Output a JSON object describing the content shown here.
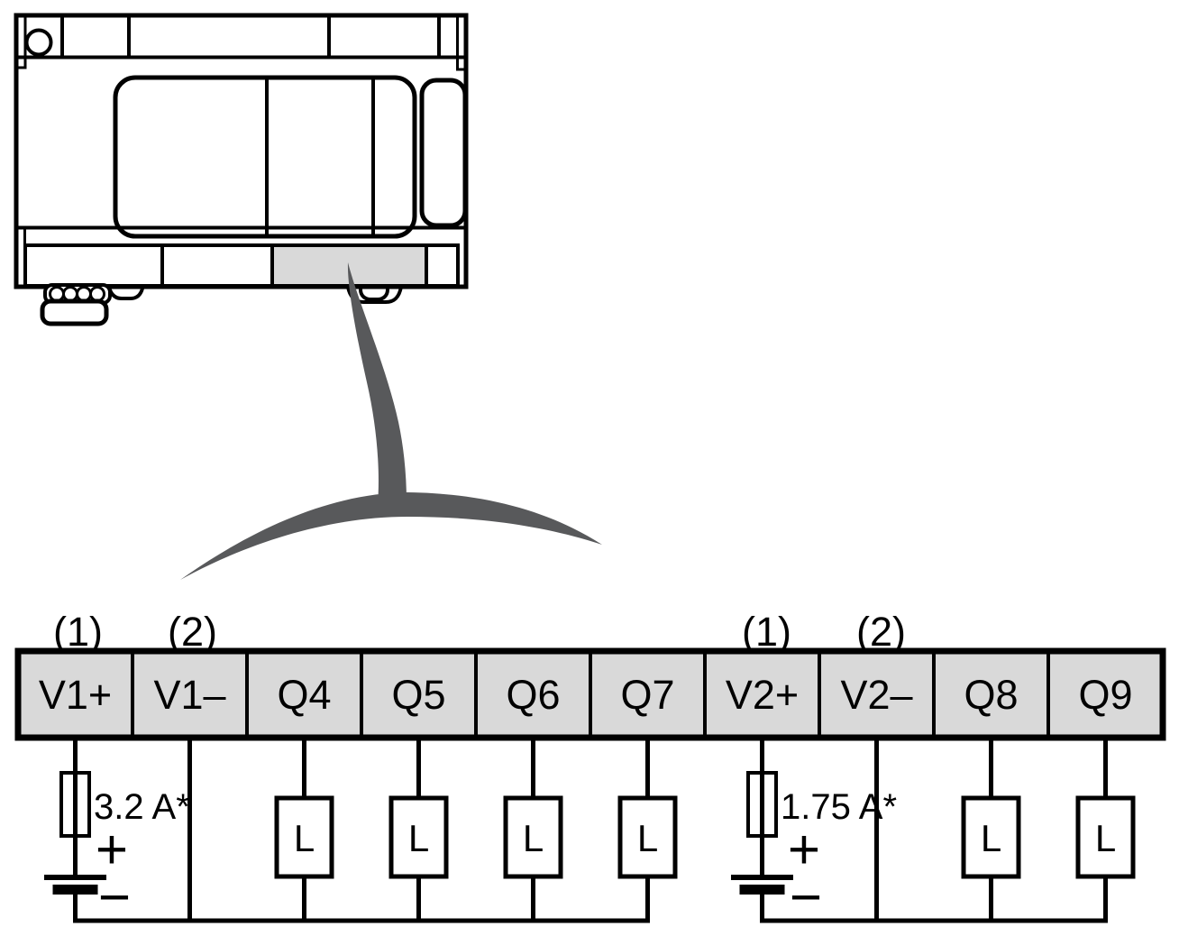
{
  "terminal_block": {
    "terminals": [
      {
        "label": "V1+"
      },
      {
        "label": "V1–"
      },
      {
        "label": "Q4"
      },
      {
        "label": "Q5"
      },
      {
        "label": "Q6"
      },
      {
        "label": "Q7"
      },
      {
        "label": "V2+"
      },
      {
        "label": "V2–"
      },
      {
        "label": "Q8"
      },
      {
        "label": "Q9"
      }
    ],
    "annotations": {
      "first": "(1)",
      "second": "(2)"
    }
  },
  "circuits": {
    "left": {
      "fuse_rating": "3.2 A*",
      "battery_positive": "+",
      "battery_negative": "−",
      "load_labels": [
        "L",
        "L",
        "L",
        "L"
      ]
    },
    "right": {
      "fuse_rating": "1.75 A*",
      "battery_positive": "+",
      "battery_negative": "−",
      "load_labels": [
        "L",
        "L"
      ]
    }
  },
  "colors": {
    "line": "#000000",
    "terminal_fill": "#D9D9D9",
    "device_port_highlight": "#D9D9D9",
    "callout_gray": "#58595B",
    "background": "#FFFFFF"
  }
}
